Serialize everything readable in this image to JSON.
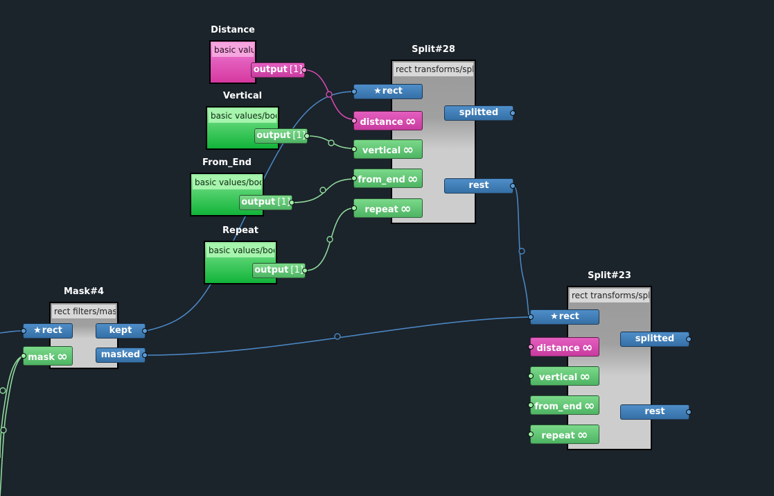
{
  "colors": {
    "background": "#1b232b",
    "wire_blue": "#4a86c0",
    "wire_pink": "#d64aae",
    "wire_green": "#8ed99a"
  },
  "icons": {
    "star": "star-icon",
    "infinity": "infinity-icon"
  },
  "nodes": {
    "distance": {
      "title": "Distance",
      "type": "basic values/int",
      "output_label": "output",
      "output_count": "[1]"
    },
    "vertical": {
      "title": "Vertical",
      "type": "basic values/bool",
      "output_label": "output",
      "output_count": "[1]"
    },
    "from_end": {
      "title": "From_End",
      "type": "basic values/bool",
      "output_label": "output",
      "output_count": "[1]"
    },
    "repeat": {
      "title": "Repeat",
      "type": "basic values/bool",
      "output_label": "output",
      "output_count": "[1]"
    },
    "split28": {
      "title": "Split#28",
      "type": "rect transforms/split",
      "inputs": {
        "rect": "rect",
        "distance": "distance",
        "vertical": "vertical",
        "from_end": "from_end",
        "repeat": "repeat"
      },
      "outputs": {
        "splitted": "splitted",
        "rest": "rest"
      }
    },
    "split23": {
      "title": "Split#23",
      "type": "rect transforms/split",
      "inputs": {
        "rect": "rect",
        "distance": "distance",
        "vertical": "vertical",
        "from_end": "from_end",
        "repeat": "repeat"
      },
      "outputs": {
        "splitted": "splitted",
        "rest": "rest"
      }
    },
    "mask4": {
      "title": "Mask#4",
      "type": "rect filters/mask",
      "inputs": {
        "rect": "rect",
        "mask": "mask"
      },
      "outputs": {
        "kept": "kept",
        "masked": "masked"
      }
    }
  },
  "glyphs": {
    "star": "★",
    "infinity": "∞"
  }
}
